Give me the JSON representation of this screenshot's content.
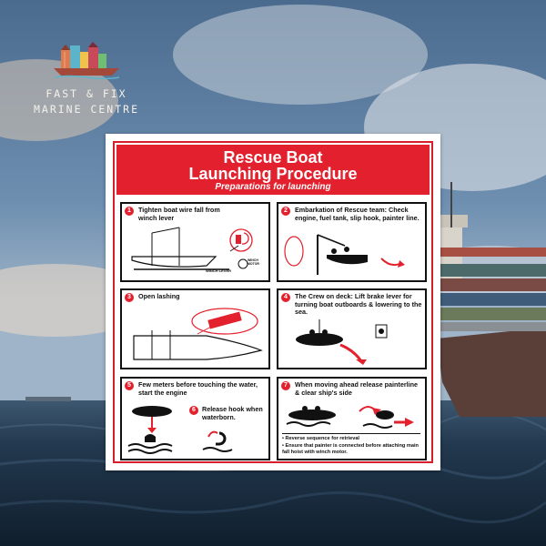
{
  "logo": {
    "line1": "FAST & FIX",
    "line2": "MARINE CENTRE"
  },
  "sign": {
    "title_line1": "Rescue Boat",
    "title_line2": "Launching Procedure",
    "subtitle": "Preparations for launching",
    "steps": [
      {
        "number": "1",
        "text": "Tighten boat wire fall from winch lever",
        "label_winch_lever": "WINCH LEVER",
        "label_winch_motor": "WINCH MOTOR"
      },
      {
        "number": "2",
        "text": "Embarkation of Rescue team: Check engine, fuel tank, slip hook, painter line."
      },
      {
        "number": "3",
        "text": "Open lashing"
      },
      {
        "number": "4",
        "text": "The Crew on deck: Lift brake lever for turning boat outboards & lowering to the sea."
      },
      {
        "number": "5",
        "text": "Few meters before touching the water, start the engine"
      },
      {
        "number": "6",
        "text": "Release hook when waterborn."
      },
      {
        "number": "7",
        "text": "When moving ahead release painterline & clear ship's side",
        "notes": [
          "Reverse sequence for retrieval",
          "Ensure that painter is connected before attaching main fall hoist with winch motor."
        ]
      }
    ]
  },
  "colors": {
    "sign_red": "#e3202d",
    "sea": "#1d3448",
    "sky": "#4f6f92"
  }
}
